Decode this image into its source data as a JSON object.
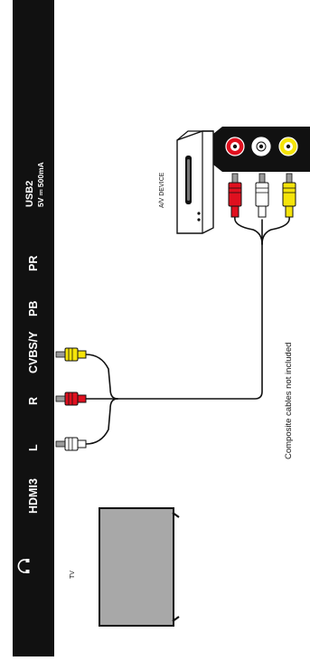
{
  "panel": {
    "ports": [
      {
        "id": "headphone",
        "label": ""
      },
      {
        "id": "hdmi3",
        "label": "HDMI3"
      },
      {
        "id": "audio-l",
        "label": "L"
      },
      {
        "id": "audio-r",
        "label": "R"
      },
      {
        "id": "cvbs",
        "label": "CVBS/Y"
      },
      {
        "id": "pb",
        "label": "PB"
      },
      {
        "id": "pr",
        "label": "PR"
      }
    ],
    "usb": {
      "label": "USB2",
      "sublabel": "5V ⎓ 500mA"
    }
  },
  "tv": {
    "label": "TV"
  },
  "av_device": {
    "label": "A/V DEVICE"
  },
  "note": "Composite cables not included",
  "colors": {
    "panel_bg": "#111111",
    "panel_text": "#ffffff",
    "tv_screen": "#a8a8a8",
    "plug_red": "#e0101f",
    "plug_white": "#ffffff",
    "plug_yellow": "#f5e40a",
    "cable": "#111111"
  }
}
